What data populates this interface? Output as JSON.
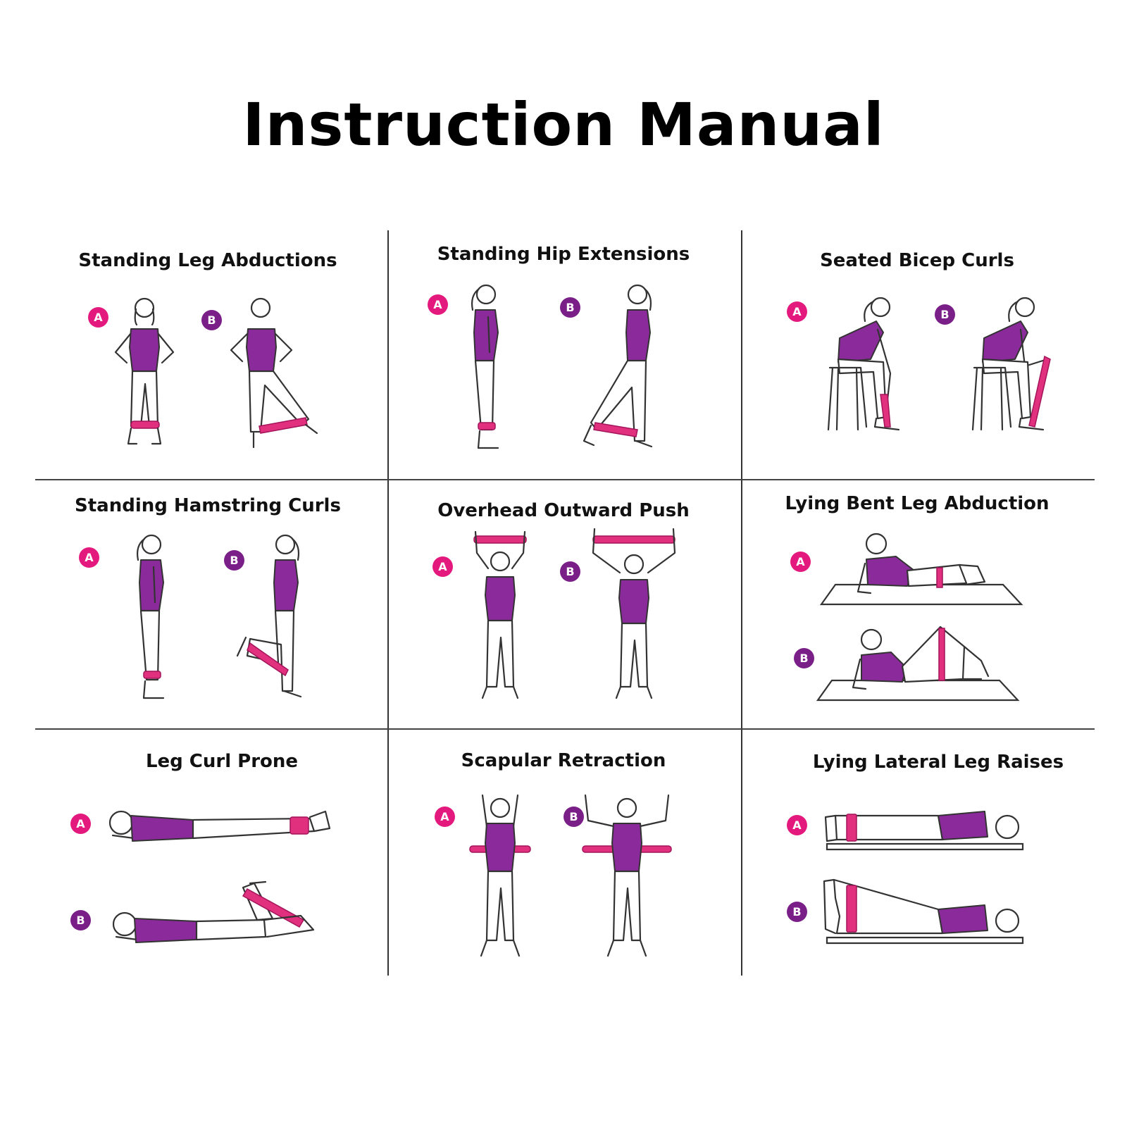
{
  "title": "Instruction Manual",
  "step_labels": {
    "a": "A",
    "b": "B"
  },
  "colors": {
    "badge_a": "#e4197e",
    "badge_b": "#7a1f88",
    "shirt": "#8b2a9a",
    "band": "#e0307e"
  },
  "exercises": [
    {
      "name": "Standing Leg Abductions",
      "steps": [
        "A",
        "B"
      ]
    },
    {
      "name": "Standing Hip Extensions",
      "steps": [
        "A",
        "B"
      ]
    },
    {
      "name": "Seated Bicep Curls",
      "steps": [
        "A",
        "B"
      ]
    },
    {
      "name": "Standing Hamstring Curls",
      "steps": [
        "A",
        "B"
      ]
    },
    {
      "name": "Overhead Outward Push",
      "steps": [
        "A",
        "B"
      ]
    },
    {
      "name": "Lying Bent Leg Abduction",
      "steps": [
        "A",
        "B"
      ]
    },
    {
      "name": "Leg Curl Prone",
      "steps": [
        "A",
        "B"
      ]
    },
    {
      "name": "Scapular Retraction",
      "steps": [
        "A",
        "B"
      ]
    },
    {
      "name": "Lying Lateral Leg Raises",
      "steps": [
        "A",
        "B"
      ]
    }
  ]
}
